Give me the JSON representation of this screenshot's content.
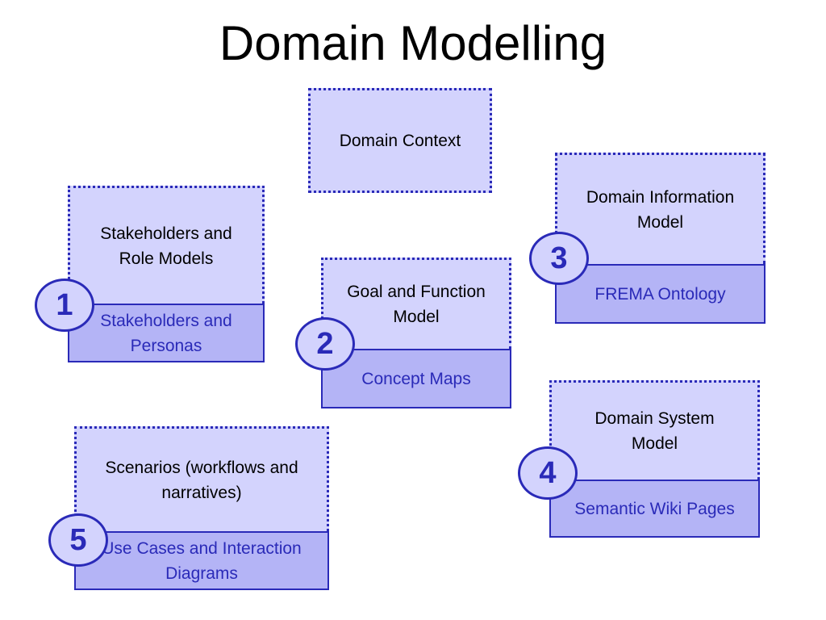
{
  "title": "Domain Modelling",
  "boxes": {
    "domain_context": {
      "label": "Domain Context"
    },
    "stakeholders": {
      "label": "Stakeholders and Role Models",
      "sub_label": "Stakeholders and Personas",
      "number": "1"
    },
    "goal_function": {
      "label": "Goal and Function Model",
      "sub_label": "Concept Maps",
      "number": "2"
    },
    "information": {
      "label": "Domain Information Model",
      "sub_label": "FREMA Ontology",
      "number": "3"
    },
    "system": {
      "label": "Domain System Model",
      "sub_label": "Semantic Wiki Pages",
      "number": "4"
    },
    "scenarios": {
      "label": "Scenarios (workflows and narratives)",
      "sub_label": "Use Cases and Interaction Diagrams",
      "number": "5"
    }
  },
  "colors": {
    "box_fill": "#d3d3fd",
    "sub_fill": "#b4b4f6",
    "accent": "#2a2ab8"
  }
}
